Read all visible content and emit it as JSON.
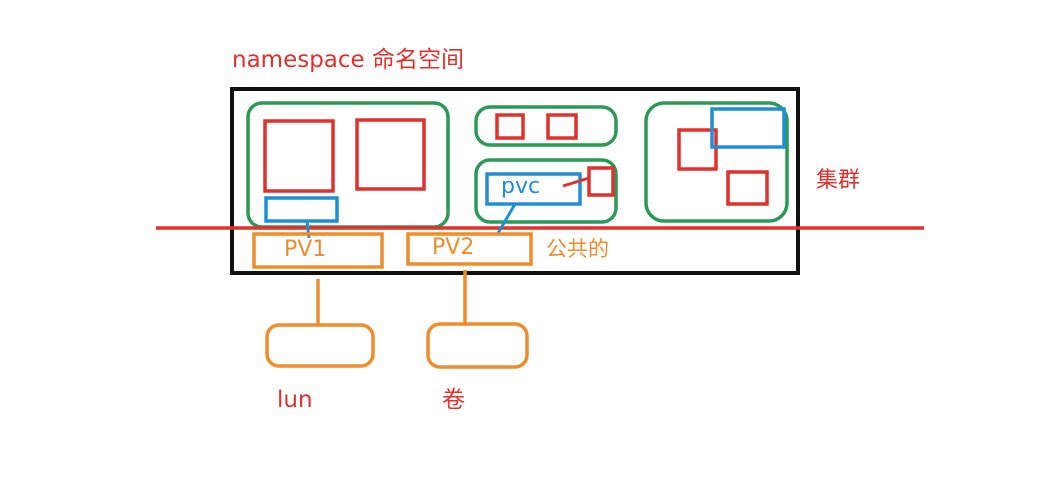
{
  "labels": {
    "namespace": "namespace 命名空间",
    "cluster": "集群",
    "public": "公共的",
    "pvc": "pvc",
    "pv1": "PV1",
    "pv2": "PV2",
    "lun": "lun",
    "volume": "卷"
  },
  "colors": {
    "black": "#111111",
    "red": "#e0312c",
    "green": "#2a9a55",
    "blue": "#1e8fd6",
    "orange": "#f08c2a"
  }
}
